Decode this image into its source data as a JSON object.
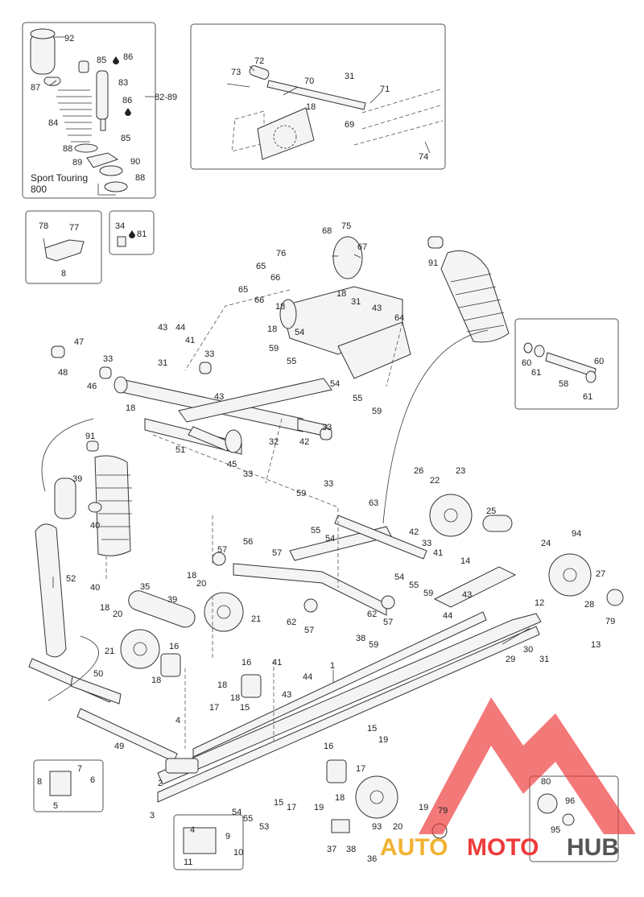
{
  "inset_labels": {
    "shock_kit_range": "82-89",
    "variant_line1": "Sport Touring",
    "variant_line2": "800"
  },
  "callouts": [
    {
      "id": "c92",
      "text": "92"
    },
    {
      "id": "c87",
      "text": "87"
    },
    {
      "id": "c85a",
      "text": "85"
    },
    {
      "id": "c86a",
      "text": "86"
    },
    {
      "id": "c83",
      "text": "83"
    },
    {
      "id": "c86b",
      "text": "86"
    },
    {
      "id": "c85b",
      "text": "85"
    },
    {
      "id": "c84",
      "text": "84"
    },
    {
      "id": "c88a",
      "text": "88"
    },
    {
      "id": "c89",
      "text": "89"
    },
    {
      "id": "c90",
      "text": "90"
    },
    {
      "id": "c88b",
      "text": "88"
    },
    {
      "id": "c72",
      "text": "72"
    },
    {
      "id": "c73",
      "text": "73"
    },
    {
      "id": "c70",
      "text": "70"
    },
    {
      "id": "c31a",
      "text": "31"
    },
    {
      "id": "c71",
      "text": "71"
    },
    {
      "id": "c18a",
      "text": "18"
    },
    {
      "id": "c69",
      "text": "69"
    },
    {
      "id": "c74",
      "text": "74"
    },
    {
      "id": "c78",
      "text": "78"
    },
    {
      "id": "c77",
      "text": "77"
    },
    {
      "id": "c8a",
      "text": "8"
    },
    {
      "id": "c34",
      "text": "34"
    },
    {
      "id": "c81",
      "text": "81"
    },
    {
      "id": "c68",
      "text": "68"
    },
    {
      "id": "c75",
      "text": "75"
    },
    {
      "id": "c67",
      "text": "67"
    },
    {
      "id": "c76",
      "text": "76"
    },
    {
      "id": "c65a",
      "text": "65"
    },
    {
      "id": "c66a",
      "text": "66"
    },
    {
      "id": "c65b",
      "text": "65"
    },
    {
      "id": "c66b",
      "text": "66"
    },
    {
      "id": "c18b",
      "text": "18"
    },
    {
      "id": "c18c",
      "text": "18"
    },
    {
      "id": "c31b",
      "text": "31"
    },
    {
      "id": "c43a",
      "text": "43"
    },
    {
      "id": "c64",
      "text": "64"
    },
    {
      "id": "c18d",
      "text": "18"
    },
    {
      "id": "c54a",
      "text": "54"
    },
    {
      "id": "c59a",
      "text": "59"
    },
    {
      "id": "c55a",
      "text": "55"
    },
    {
      "id": "c54b",
      "text": "54"
    },
    {
      "id": "c55b",
      "text": "55"
    },
    {
      "id": "c59b",
      "text": "59"
    },
    {
      "id": "c91a",
      "text": "91"
    },
    {
      "id": "c60a",
      "text": "60"
    },
    {
      "id": "c60b",
      "text": "60"
    },
    {
      "id": "c61a",
      "text": "61"
    },
    {
      "id": "c58",
      "text": "58"
    },
    {
      "id": "c61b",
      "text": "61"
    },
    {
      "id": "c47",
      "text": "47"
    },
    {
      "id": "c48",
      "text": "48"
    },
    {
      "id": "c46",
      "text": "46"
    },
    {
      "id": "c43b",
      "text": "43"
    },
    {
      "id": "c44a",
      "text": "44"
    },
    {
      "id": "c41a",
      "text": "41"
    },
    {
      "id": "c33a",
      "text": "33"
    },
    {
      "id": "c31c",
      "text": "31"
    },
    {
      "id": "c33b",
      "text": "33"
    },
    {
      "id": "c43c",
      "text": "43"
    },
    {
      "id": "c18e",
      "text": "18"
    },
    {
      "id": "c33c",
      "text": "33"
    },
    {
      "id": "c42a",
      "text": "42"
    },
    {
      "id": "c32",
      "text": "32"
    },
    {
      "id": "c51",
      "text": "51"
    },
    {
      "id": "c45",
      "text": "45"
    },
    {
      "id": "c33d",
      "text": "33"
    },
    {
      "id": "c91b",
      "text": "91"
    },
    {
      "id": "c39a",
      "text": "39"
    },
    {
      "id": "c40a",
      "text": "40"
    },
    {
      "id": "c52",
      "text": "52"
    },
    {
      "id": "c40b",
      "text": "40"
    },
    {
      "id": "c35",
      "text": "35"
    },
    {
      "id": "c18f",
      "text": "18"
    },
    {
      "id": "c20a",
      "text": "20"
    },
    {
      "id": "c39b",
      "text": "39"
    },
    {
      "id": "c21a",
      "text": "21"
    },
    {
      "id": "c18g",
      "text": "18"
    },
    {
      "id": "c20b",
      "text": "20"
    },
    {
      "id": "c21b",
      "text": "21"
    },
    {
      "id": "c16a",
      "text": "16"
    },
    {
      "id": "c18h",
      "text": "18"
    },
    {
      "id": "c50",
      "text": "50"
    },
    {
      "id": "c49",
      "text": "49"
    },
    {
      "id": "c26",
      "text": "26"
    },
    {
      "id": "c22",
      "text": "22"
    },
    {
      "id": "c23",
      "text": "23"
    },
    {
      "id": "c25",
      "text": "25"
    },
    {
      "id": "c59c",
      "text": "59"
    },
    {
      "id": "c33e",
      "text": "33"
    },
    {
      "id": "c63",
      "text": "63"
    },
    {
      "id": "c55c",
      "text": "55"
    },
    {
      "id": "c54c",
      "text": "54"
    },
    {
      "id": "c42b",
      "text": "42"
    },
    {
      "id": "c33f",
      "text": "33"
    },
    {
      "id": "c41b",
      "text": "41"
    },
    {
      "id": "c54d",
      "text": "54"
    },
    {
      "id": "c55d",
      "text": "55"
    },
    {
      "id": "c59d",
      "text": "59"
    },
    {
      "id": "c57a",
      "text": "57"
    },
    {
      "id": "c56",
      "text": "56"
    },
    {
      "id": "c57b",
      "text": "57"
    },
    {
      "id": "c62a",
      "text": "62"
    },
    {
      "id": "c62b",
      "text": "62"
    },
    {
      "id": "c57c",
      "text": "57"
    },
    {
      "id": "c57d",
      "text": "57"
    },
    {
      "id": "c38a",
      "text": "38"
    },
    {
      "id": "c59e",
      "text": "59"
    },
    {
      "id": "c24",
      "text": "24"
    },
    {
      "id": "c94",
      "text": "94"
    },
    {
      "id": "c14",
      "text": "14"
    },
    {
      "id": "c27",
      "text": "27"
    },
    {
      "id": "c28",
      "text": "28"
    },
    {
      "id": "c79a",
      "text": "79"
    },
    {
      "id": "c43d",
      "text": "43"
    },
    {
      "id": "c44b",
      "text": "44"
    },
    {
      "id": "c12",
      "text": "12"
    },
    {
      "id": "c29",
      "text": "29"
    },
    {
      "id": "c30",
      "text": "30"
    },
    {
      "id": "c31d",
      "text": "31"
    },
    {
      "id": "c13",
      "text": "13"
    },
    {
      "id": "c16b",
      "text": "16"
    },
    {
      "id": "c41c",
      "text": "41"
    },
    {
      "id": "c44c",
      "text": "44"
    },
    {
      "id": "c43e",
      "text": "43"
    },
    {
      "id": "c1",
      "text": "1"
    },
    {
      "id": "c18i",
      "text": "18"
    },
    {
      "id": "c18j",
      "text": "18"
    },
    {
      "id": "c15a",
      "text": "15"
    },
    {
      "id": "c17a",
      "text": "17"
    },
    {
      "id": "c4a",
      "text": "4"
    },
    {
      "id": "c15b",
      "text": "15"
    },
    {
      "id": "c19a",
      "text": "19"
    },
    {
      "id": "c16c",
      "text": "16"
    },
    {
      "id": "c17b",
      "text": "17"
    },
    {
      "id": "c7",
      "text": "7"
    },
    {
      "id": "c8b",
      "text": "8"
    },
    {
      "id": "c6",
      "text": "6"
    },
    {
      "id": "c5",
      "text": "5"
    },
    {
      "id": "c2",
      "text": "2"
    },
    {
      "id": "c3",
      "text": "3"
    },
    {
      "id": "c4b",
      "text": "4"
    },
    {
      "id": "c9",
      "text": "9"
    },
    {
      "id": "c10",
      "text": "10"
    },
    {
      "id": "c11",
      "text": "11"
    },
    {
      "id": "c54e",
      "text": "54"
    },
    {
      "id": "c55e",
      "text": "55"
    },
    {
      "id": "c53",
      "text": "53"
    },
    {
      "id": "c15c",
      "text": "15"
    },
    {
      "id": "c17c",
      "text": "17"
    },
    {
      "id": "c19b",
      "text": "19"
    },
    {
      "id": "c18k",
      "text": "18"
    },
    {
      "id": "c93",
      "text": "93"
    },
    {
      "id": "c20c",
      "text": "20"
    },
    {
      "id": "c19c",
      "text": "19"
    },
    {
      "id": "c79b",
      "text": "79"
    },
    {
      "id": "c37",
      "text": "37"
    },
    {
      "id": "c38b",
      "text": "38"
    },
    {
      "id": "c36",
      "text": "36"
    },
    {
      "id": "c80",
      "text": "80"
    },
    {
      "id": "c96",
      "text": "96"
    },
    {
      "id": "c95",
      "text": "95"
    }
  ],
  "watermark": {
    "text_auto": "AUTO",
    "text_moto": "MOTO",
    "text_hub": "HUB",
    "colors": {
      "auto": "#f2b233",
      "moto": "#ee3b3b",
      "hub": "#555555",
      "logo": "#ee3b3b"
    }
  }
}
